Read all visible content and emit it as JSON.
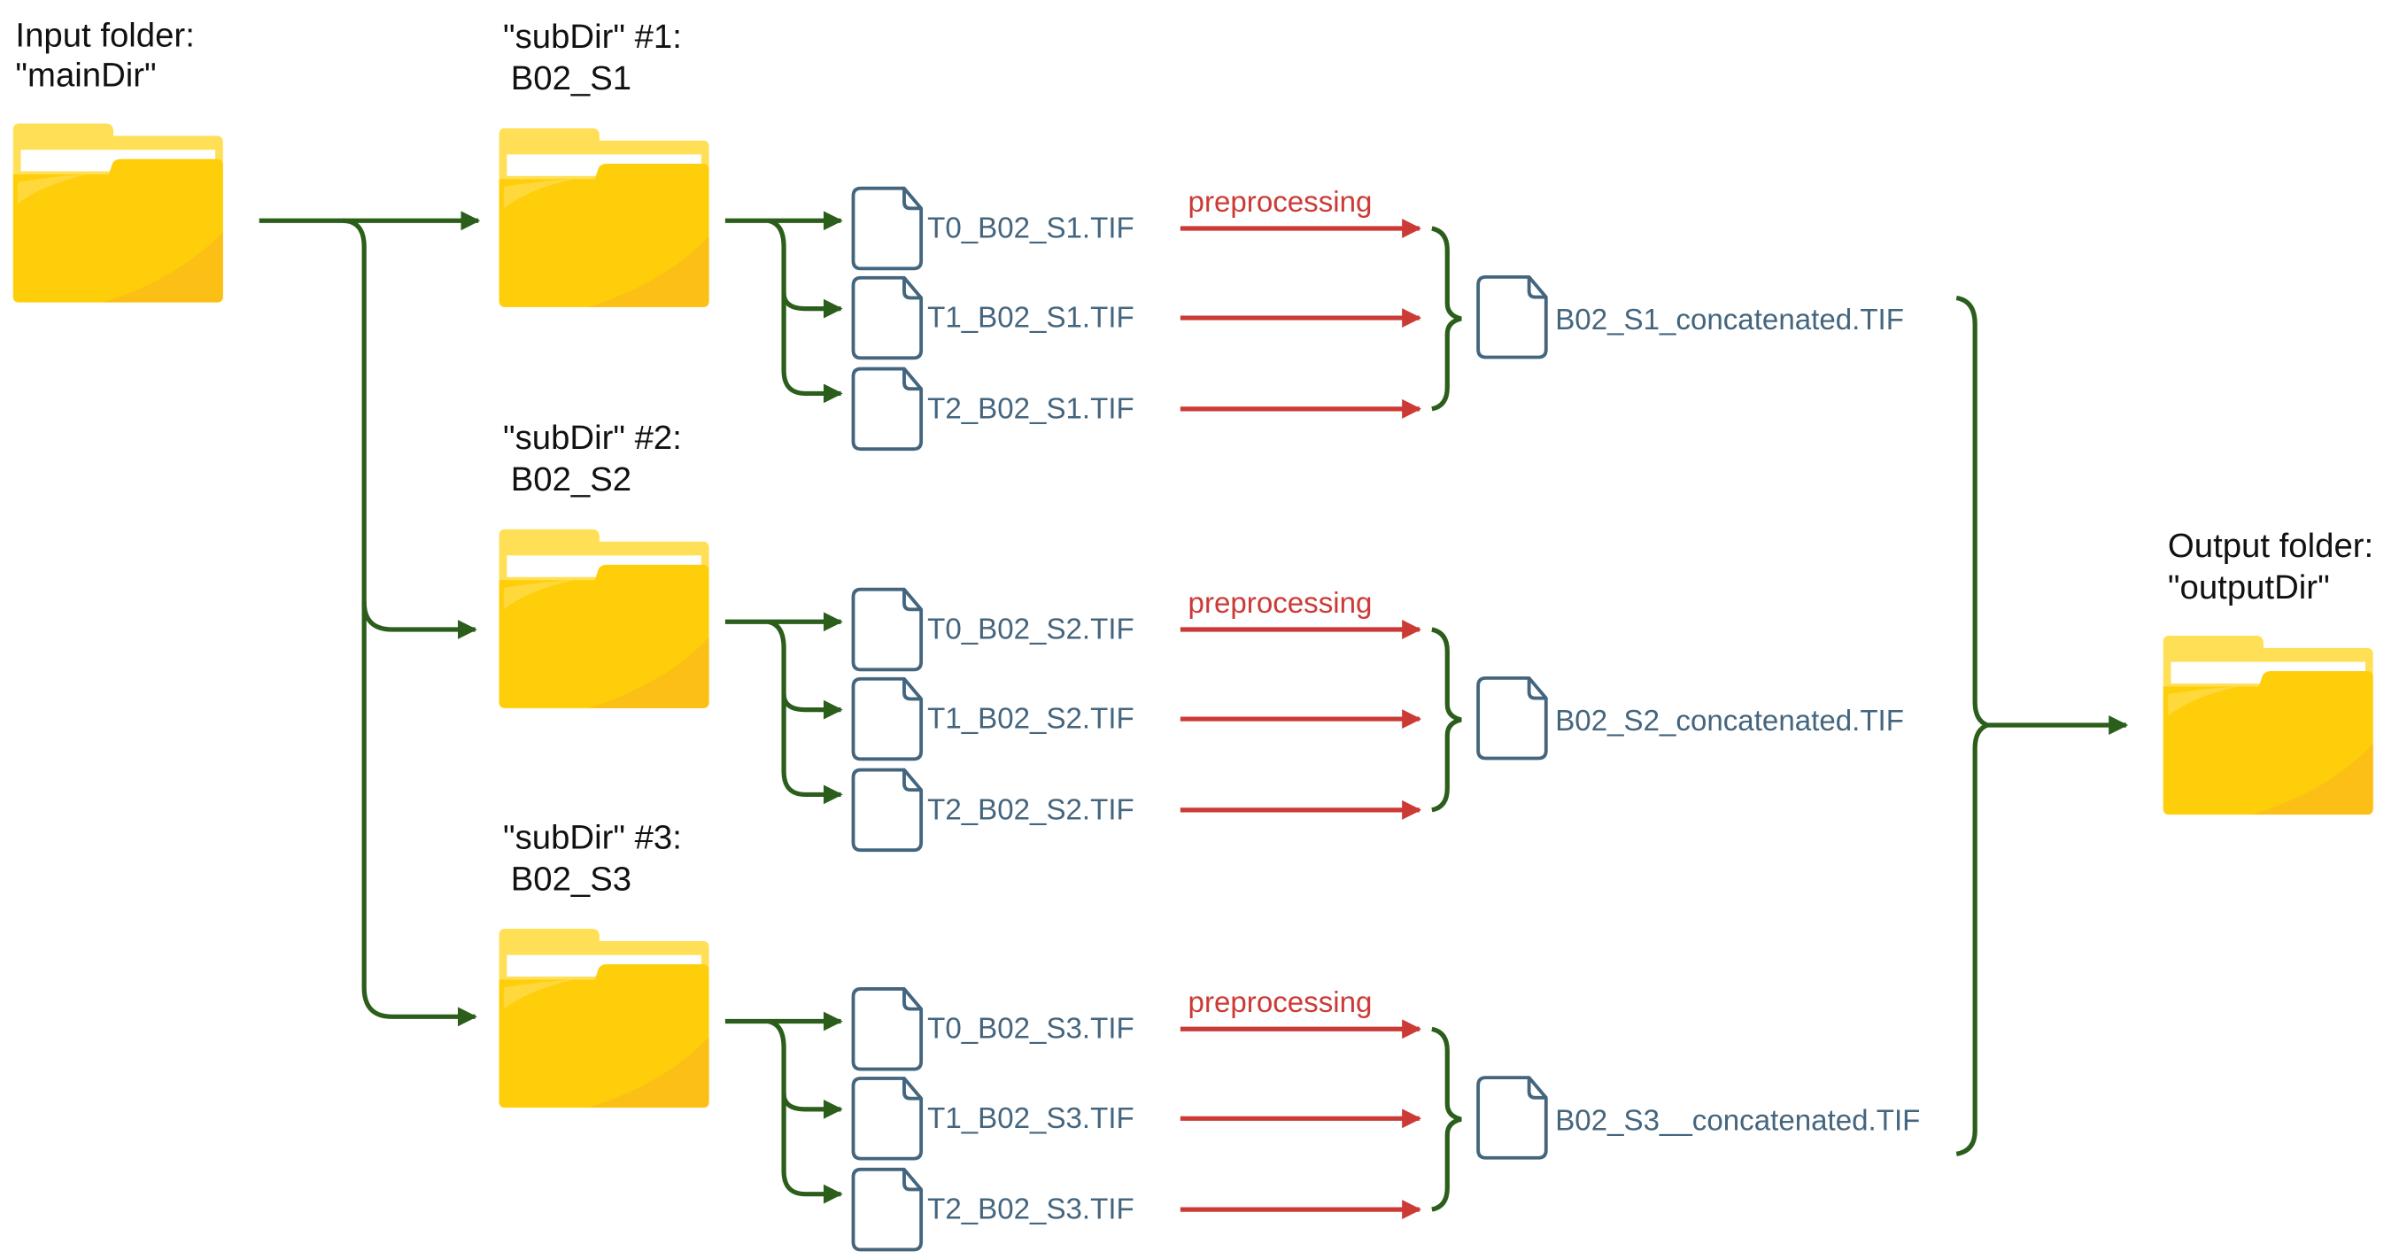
{
  "colors": {
    "flow_green": "#2b5e1b",
    "preprocess_red": "#cc3a36",
    "file_blue": "#44657e",
    "folder_yellow": "#ffce0a",
    "folder_back": "#ffdf55",
    "folder_shade": "#fcbf16"
  },
  "input_folder": {
    "line1": "Input folder:",
    "line2": "\"mainDir\"",
    "icon": "folder-icon"
  },
  "output_folder": {
    "line1": "Output folder:",
    "line2": "\"outputDir\"",
    "icon": "folder-icon"
  },
  "subdirs": [
    {
      "line1": "\"subDir\" #1:",
      "line2": "B02_S1",
      "files": [
        "T0_B02_S1.TIF",
        "T1_B02_S1.TIF",
        "T2_B02_S1.TIF"
      ],
      "process_label": "preprocessing",
      "concatenated": "B02_S1_concatenated.TIF"
    },
    {
      "line1": "\"subDir\" #2:",
      "line2": "B02_S2",
      "files": [
        "T0_B02_S2.TIF",
        "T1_B02_S2.TIF",
        "T2_B02_S2.TIF"
      ],
      "process_label": "preprocessing",
      "concatenated": "B02_S2_concatenated.TIF"
    },
    {
      "line1": "\"subDir\" #3:",
      "line2": "B02_S3",
      "files": [
        "T0_B02_S3.TIF",
        "T1_B02_S3.TIF",
        "T2_B02_S3.TIF"
      ],
      "process_label": "preprocessing",
      "concatenated": "B02_S3__concatenated.TIF"
    }
  ]
}
